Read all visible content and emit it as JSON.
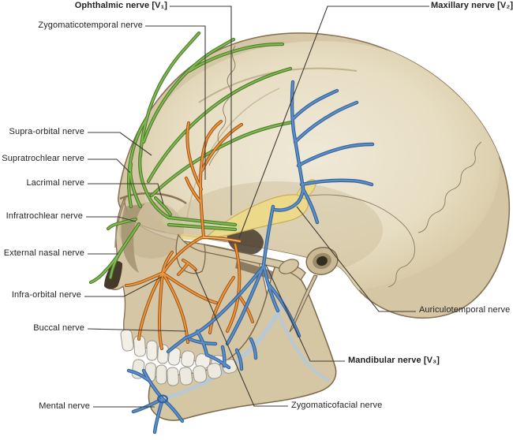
{
  "figure": {
    "description": "Lateral view of skull showing cutaneous branches of the trigeminal nerve divisions"
  },
  "labels": {
    "ophthalmic": "Ophthalmic nerve [V₁]",
    "zygomaticotemporal": "Zygomaticotemporal nerve",
    "maxillary": "Maxillary nerve [V₂]",
    "supra_orbital": "Supra-orbital nerve",
    "supratrochlear": "Supratrochlear nerve",
    "lacrimal": "Lacrimal nerve",
    "infratrochlear": "Infratrochlear nerve",
    "external_nasal": "External nasal nerve",
    "infra_orbital": "Infra-orbital nerve",
    "buccal": "Buccal nerve",
    "mental": "Mental nerve",
    "auriculotemporal": "Auriculotemporal nerve",
    "mandibular": "Mandibular nerve [V₃]",
    "zygomaticofacial": "Zygomaticofacial nerve"
  },
  "colors": {
    "v1_ophthalmic_green": "#7db84e",
    "v2_maxillary_orange": "#e8963f",
    "v3_mandibular_blue": "#5d8fc4",
    "deep_nerve_pale_blue": "#b3c9dd",
    "trigeminal_ganglion_yellow": "#ecd98a",
    "bone": "#d5c7a6",
    "leader_line": "#3f3a37",
    "label_text": "#231f20",
    "background": "#ffffff"
  }
}
